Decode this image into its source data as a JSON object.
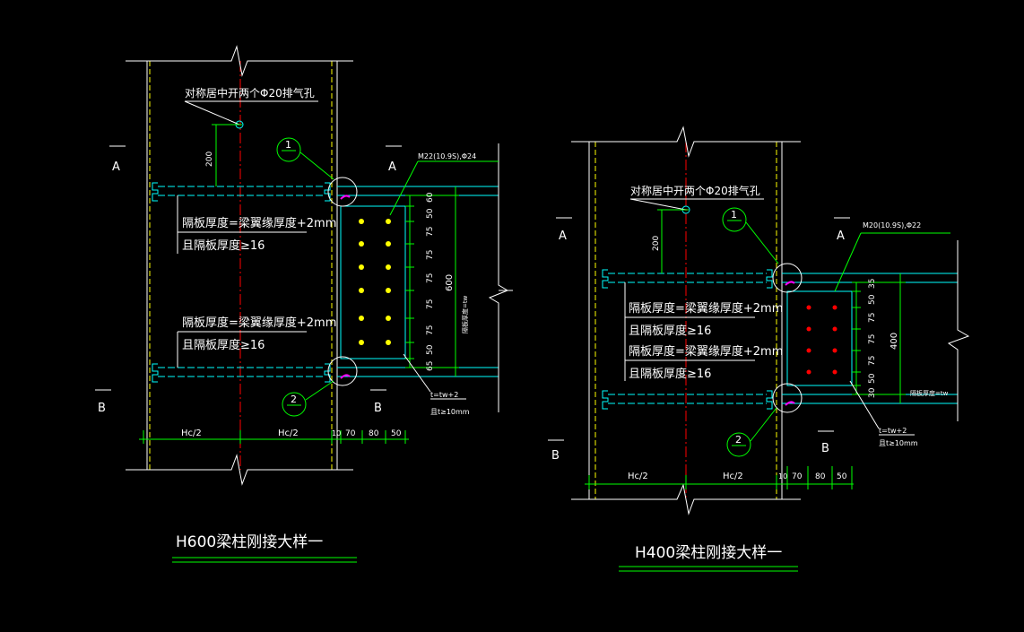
{
  "colors": {
    "background": "#000000",
    "white": "#ffffff",
    "yellow": "#ffff00",
    "cyan": "#00ffff",
    "green": "#00ff00",
    "red": "#ff0000",
    "magenta": "#ff00ff"
  },
  "left": {
    "title": "H600梁柱刚接大样一",
    "vent_note": "对称居中开两个Φ20排气孔",
    "dim_200": "200",
    "section_a_left": "A",
    "section_a_right": "A",
    "section_b_left": "B",
    "section_b_right": "B",
    "circle_1": "1",
    "circle_2": "2",
    "bolt_spec": "M22(10.9S),Φ24",
    "note1_line1": "隔板厚度=梁翼缘厚度+2mm",
    "note1_line2": "且隔板厚度≥16",
    "note2_line1": "隔板厚度=梁翼缘厚度+2mm",
    "note2_line2": "且隔板厚度≥16",
    "bolt_dims": [
      "60",
      "50",
      "75",
      "75",
      "75",
      "75",
      "75",
      "50",
      "65"
    ],
    "total_dim": "600",
    "web_note": "隔板厚度=tw",
    "plate_note1": "t=tw+2",
    "plate_note2": "且t≥10mm",
    "bottom_dims": [
      "Hc/2",
      "Hc/2",
      "10",
      "70",
      "80",
      "50"
    ]
  },
  "right": {
    "title": "H400梁柱刚接大样一",
    "vent_note": "对称居中开两个Φ20排气孔",
    "dim_200": "200",
    "section_a_left": "A",
    "section_a_right": "A",
    "section_b_left": "B",
    "section_b_right": "B",
    "circle_1": "1",
    "circle_2": "2",
    "bolt_spec": "M20(10.9S),Φ22",
    "note1_line1": "隔板厚度=梁翼缘厚度+2mm",
    "note1_line2": "且隔板厚度≥16",
    "note2_line1": "隔板厚度=梁翼缘厚度+2mm",
    "note2_line2": "且隔板厚度≥16",
    "bolt_dims": [
      "35",
      "50",
      "75",
      "75",
      "75",
      "50",
      "30"
    ],
    "total_dim": "400",
    "web_note": "隔板厚度=tw",
    "plate_note1": "t=tw+2",
    "plate_note2": "且t≥10mm",
    "bottom_dims": [
      "Hc/2",
      "Hc/2",
      "10",
      "70",
      "80",
      "50"
    ]
  }
}
